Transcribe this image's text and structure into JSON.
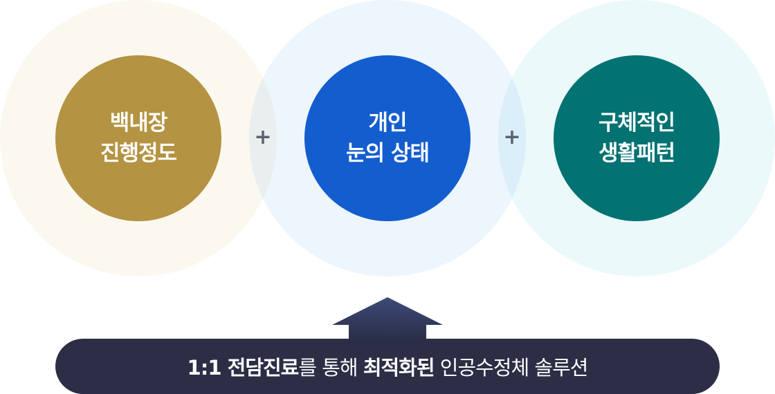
{
  "circles": [
    {
      "line1": "백내장",
      "line2": "진행정도",
      "color": "#b49342",
      "halo": "#fbf8f0"
    },
    {
      "line1": "개인",
      "line2": "눈의 상태",
      "color": "#135dcf",
      "halo": "#edf5fd"
    },
    {
      "line1": "구체적인",
      "line2": "생활패턴",
      "color": "#027272",
      "halo": "#ebf9fb"
    }
  ],
  "plus_symbol": "+",
  "arrow_color": "#3d4a7a",
  "banner": {
    "part1": "1:1 전담진료",
    "part2": "를 통해 ",
    "part3": "최적화된",
    "part4": " 인공수정체 솔루션",
    "color": "#2b2e45"
  }
}
